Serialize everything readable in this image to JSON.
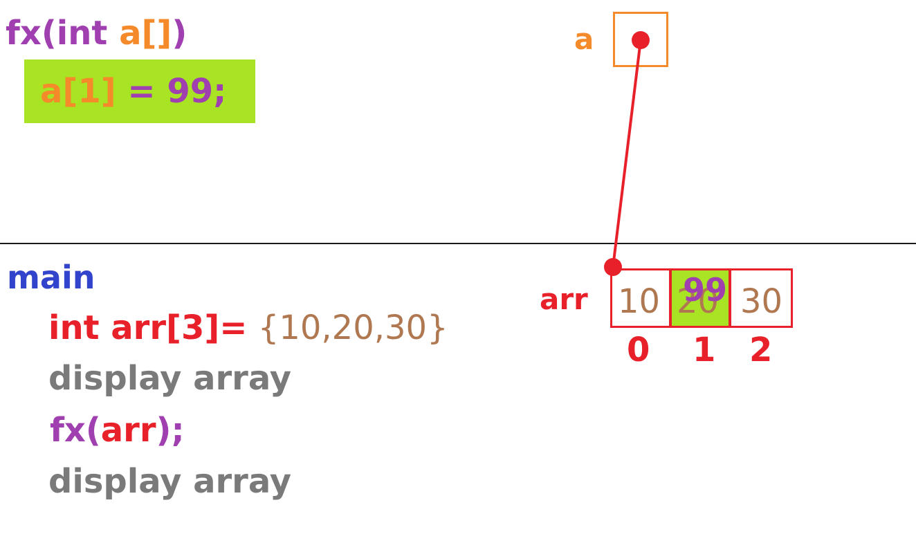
{
  "function_block": {
    "name": "fx(int ",
    "param": "a[]",
    "close": ")",
    "statement_lhs": "a[1]",
    "statement_rhs": " = 99;"
  },
  "main_block": {
    "label": "main",
    "decl_type": "int arr[3]=",
    "decl_values": " {10,20,30}",
    "line2": "display array",
    "call_name": "fx(",
    "call_arg": "arr",
    "call_close": ");",
    "line4": "display array"
  },
  "memory": {
    "pointer_label": "a",
    "array_label": "arr",
    "cells": [
      "10",
      "20",
      "30"
    ],
    "indices": [
      "0",
      "1",
      "2"
    ],
    "updated_value": "99",
    "updated_index": 1
  },
  "colors": {
    "function": "#a040b0",
    "param": "#f58a2a",
    "array": "#e8202a",
    "main": "#3344cc",
    "values": "#b07850",
    "display": "#7a7a7a",
    "highlight": "#a8e424"
  }
}
